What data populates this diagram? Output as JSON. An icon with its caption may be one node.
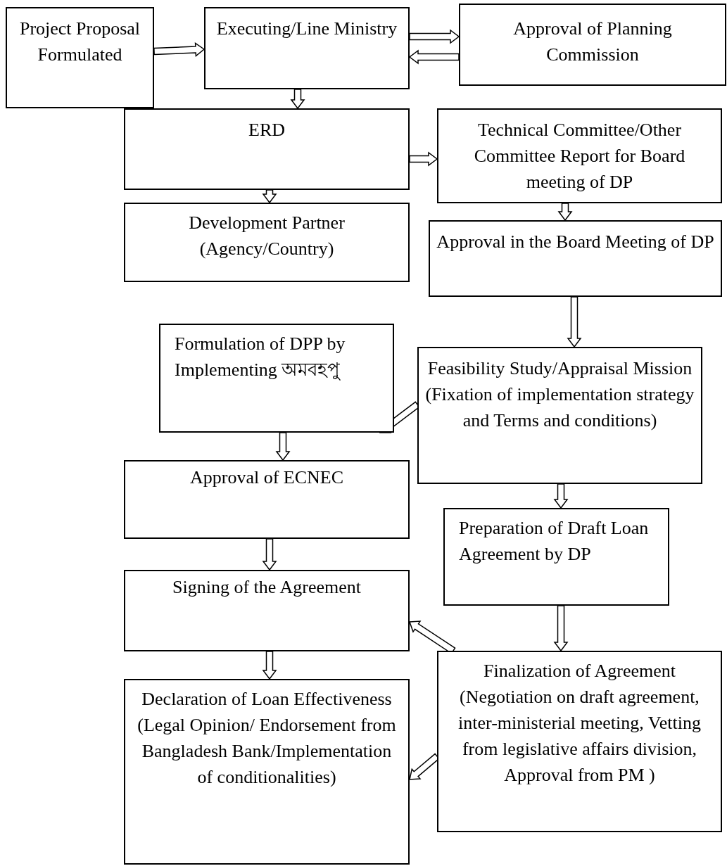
{
  "diagram": {
    "nodes": [
      {
        "text": [
          "Project Proposal Formulated"
        ]
      },
      {
        "text": [
          "Executing/Line Ministry"
        ]
      },
      {
        "text": [
          "Approval of Planning Commission"
        ]
      },
      {
        "text": [
          "ERD"
        ]
      },
      {
        "text": [
          "Technical Committee/Other Committee Report for Board meeting of DP"
        ]
      },
      {
        "text": [
          "Development Partner (Agency/Country)"
        ]
      },
      {
        "text": [
          "Approval in the Board Meeting of DP"
        ]
      },
      {
        "text": [
          "Formulation of DPP by Implementing অমবহপু"
        ]
      },
      {
        "text": [
          "Feasibility Study/Appraisal Mission (Fixation of implementation strategy and Terms and conditions)"
        ]
      },
      {
        "text": [
          "Approval of ECNEC"
        ]
      },
      {
        "text": [
          "Preparation of Draft Loan Agreement by DP"
        ]
      },
      {
        "text": [
          "Signing of the Agreement"
        ]
      },
      {
        "text": [
          "Finalization of Agreement (Negotiation on draft agreement, inter-ministerial meeting, Vetting from legislative affairs division, Approval from PM )"
        ]
      },
      {
        "text": [
          "Declaration of Loan Effectiveness (Legal Opinion/ Endorsement from Bangladesh Bank/Implementation of conditionalities)"
        ]
      }
    ],
    "edges": [
      {
        "from": 0,
        "to": 1,
        "arrow": "to"
      },
      {
        "from": 1,
        "to": 2,
        "arrow": "to"
      },
      {
        "from": 2,
        "to": 1,
        "arrow": "to"
      },
      {
        "from": 1,
        "to": 3,
        "arrow": "to"
      },
      {
        "from": 3,
        "to": 4,
        "arrow": "to"
      },
      {
        "from": 3,
        "to": 5,
        "arrow": "to"
      },
      {
        "from": 4,
        "to": 6,
        "arrow": "to"
      },
      {
        "from": 6,
        "to": 8,
        "arrow": "to"
      },
      {
        "from": 8,
        "to": 7,
        "arrow": "to"
      },
      {
        "from": 7,
        "to": 9,
        "arrow": "to"
      },
      {
        "from": 8,
        "to": 10,
        "arrow": "to"
      },
      {
        "from": 9,
        "to": 11,
        "arrow": "to"
      },
      {
        "from": 10,
        "to": 12,
        "arrow": "to"
      },
      {
        "from": 12,
        "to": 11,
        "arrow": "to"
      },
      {
        "from": 12,
        "to": 13,
        "arrow": "to"
      },
      {
        "from": 11,
        "to": 13,
        "arrow": "to"
      }
    ]
  }
}
